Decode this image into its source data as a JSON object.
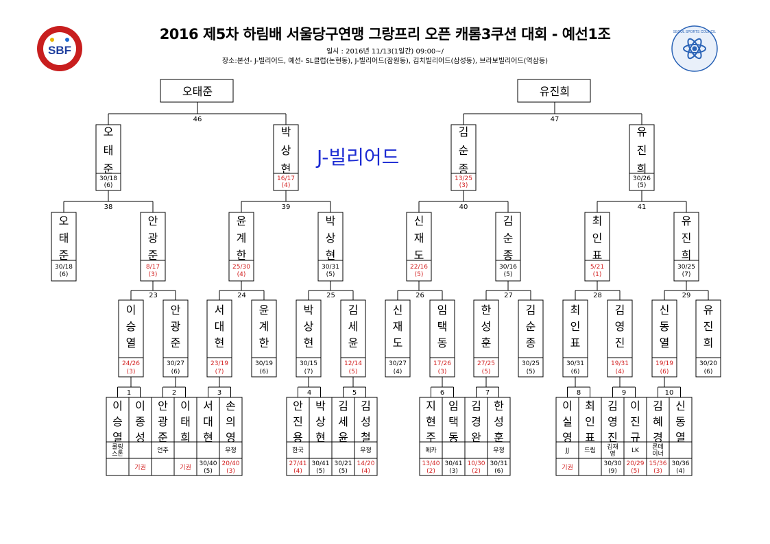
{
  "header": {
    "title": "2016 제5차 하림배 서울당구연맹 그랑프리 오픈 캐롬3쿠션 대회 - 예선1조",
    "date": "일시 : 2016년 11/13(1일간) 09:00~/",
    "venue": "장소:본선- J-빌리어드, 예선- SL클럽(논현동), J-빌리어드(잠원동), 김치빌리어드(삼성동), 브라보빌리어드(역삼동)",
    "venue_label": "J-빌리어드"
  },
  "logos": {
    "left_text": "SBF",
    "right_text": "SEOUL SPORTS COUNCIL"
  },
  "colors": {
    "loss": "#d21f1f",
    "venue": "#1c2bd3",
    "line": "#000000"
  },
  "bracket": {
    "finalists": [
      "오태준",
      "유진희"
    ],
    "r3": {
      "matches": [
        46,
        47
      ],
      "players": [
        {
          "name": "오태준",
          "score": "30/18",
          "rank": "(6)",
          "lost": false
        },
        {
          "name": "박상현",
          "score": "16/17",
          "rank": "(4)",
          "lost": true
        },
        {
          "name": "김순종",
          "score": "13/25",
          "rank": "(3)",
          "lost": true
        },
        {
          "name": "유진희",
          "score": "30/26",
          "rank": "(5)",
          "lost": false
        }
      ]
    },
    "r2": {
      "matches": [
        38,
        39,
        40,
        41
      ],
      "players": [
        {
          "name": "오태준",
          "score": "30/18",
          "rank": "(6)",
          "lost": false
        },
        {
          "name": "안광준",
          "score": "8/17",
          "rank": "(3)",
          "lost": true
        },
        {
          "name": "윤계한",
          "score": "25/30",
          "rank": "(4)",
          "lost": true
        },
        {
          "name": "박상현",
          "score": "30/31",
          "rank": "(5)",
          "lost": false
        },
        {
          "name": "신재도",
          "score": "22/16",
          "rank": "(5)",
          "lost": true
        },
        {
          "name": "김순종",
          "score": "30/16",
          "rank": "(5)",
          "lost": false
        },
        {
          "name": "최인표",
          "score": "5/21",
          "rank": "(1)",
          "lost": true
        },
        {
          "name": "유진희",
          "score": "30/25",
          "rank": "(7)",
          "lost": false
        }
      ]
    },
    "r1": {
      "matches": [
        23,
        24,
        25,
        26,
        27,
        28,
        29
      ],
      "players": [
        {
          "name": "이승열",
          "score": "24/26",
          "rank": "(3)",
          "lost": true
        },
        {
          "name": "안광준",
          "score": "30/27",
          "rank": "(6)",
          "lost": false
        },
        {
          "name": "서대현",
          "score": "23/19",
          "rank": "(7)",
          "lost": true
        },
        {
          "name": "윤계한",
          "score": "30/19",
          "rank": "(6)",
          "lost": false
        },
        {
          "name": "박상현",
          "score": "30/15",
          "rank": "(7)",
          "lost": false
        },
        {
          "name": "김세윤",
          "score": "12/14",
          "rank": "(5)",
          "lost": true
        },
        {
          "name": "신재도",
          "score": "30/27",
          "rank": "(4)",
          "lost": false
        },
        {
          "name": "임택동",
          "score": "17/26",
          "rank": "(3)",
          "lost": true
        },
        {
          "name": "한성훈",
          "score": "27/25",
          "rank": "(5)",
          "lost": true
        },
        {
          "name": "김순종",
          "score": "30/25",
          "rank": "(5)",
          "lost": false
        },
        {
          "name": "최인표",
          "score": "30/31",
          "rank": "(6)",
          "lost": false
        },
        {
          "name": "김영진",
          "score": "19/31",
          "rank": "(4)",
          "lost": true
        },
        {
          "name": "신동열",
          "score": "19/19",
          "rank": "(6)",
          "lost": true
        },
        {
          "name": "유진희",
          "score": "30/20",
          "rank": "(6)",
          "lost": false
        }
      ]
    },
    "r0": {
      "matches": [
        1,
        2,
        3,
        4,
        5,
        6,
        7,
        8,
        9,
        10
      ],
      "players": [
        {
          "name": "이승열",
          "club": "롤링 스톤",
          "score": "",
          "rank": "",
          "lost": false,
          "forfeit": false
        },
        {
          "name": "이종성",
          "club": "",
          "score": "기권",
          "rank": "",
          "lost": true,
          "forfeit": true
        },
        {
          "name": "안광준",
          "club": "언주",
          "score": "",
          "rank": "",
          "lost": false,
          "forfeit": false
        },
        {
          "name": "이태희",
          "club": "",
          "score": "기권",
          "rank": "",
          "lost": true,
          "forfeit": true
        },
        {
          "name": "서대현",
          "club": "",
          "score": "30/40",
          "rank": "(5)",
          "lost": false,
          "forfeit": false
        },
        {
          "name": "손의영",
          "club": "우정",
          "score": "20/40",
          "rank": "(3)",
          "lost": true,
          "forfeit": false
        },
        {
          "name": "안진용",
          "club": "한국",
          "score": "27/41",
          "rank": "(4)",
          "lost": true,
          "forfeit": false
        },
        {
          "name": "박상현",
          "club": "",
          "score": "30/41",
          "rank": "(5)",
          "lost": false,
          "forfeit": false
        },
        {
          "name": "김세윤",
          "club": "",
          "score": "30/21",
          "rank": "(5)",
          "lost": false,
          "forfeit": false
        },
        {
          "name": "김성철",
          "club": "우정",
          "score": "14/20",
          "rank": "(4)",
          "lost": true,
          "forfeit": false
        },
        {
          "name": "지현주",
          "club": "메카",
          "score": "13/40",
          "rank": "(2)",
          "lost": true,
          "forfeit": false
        },
        {
          "name": "임택동",
          "club": "",
          "score": "30/41",
          "rank": "(3)",
          "lost": false,
          "forfeit": false
        },
        {
          "name": "김경완",
          "club": "",
          "score": "10/30",
          "rank": "(2)",
          "lost": true,
          "forfeit": false
        },
        {
          "name": "한성훈",
          "club": "우정",
          "score": "30/31",
          "rank": "(6)",
          "lost": false,
          "forfeit": false
        },
        {
          "name": "이실영",
          "club": "JJ",
          "score": "기권",
          "rank": "",
          "lost": true,
          "forfeit": true
        },
        {
          "name": "최인표",
          "club": "드림",
          "score": "",
          "rank": "",
          "lost": false,
          "forfeit": false
        },
        {
          "name": "김영진",
          "club": "김재 영",
          "score": "30/30",
          "rank": "(9)",
          "lost": false,
          "forfeit": false
        },
        {
          "name": "이진규",
          "club": "LK",
          "score": "20/29",
          "rank": "(5)",
          "lost": true,
          "forfeit": false
        },
        {
          "name": "김혜경",
          "club": "론데 이너",
          "score": "15/36",
          "rank": "(3)",
          "lost": true,
          "forfeit": false
        },
        {
          "name": "신동열",
          "club": "",
          "score": "30/36",
          "rank": "(4)",
          "lost": false,
          "forfeit": false
        }
      ]
    }
  }
}
